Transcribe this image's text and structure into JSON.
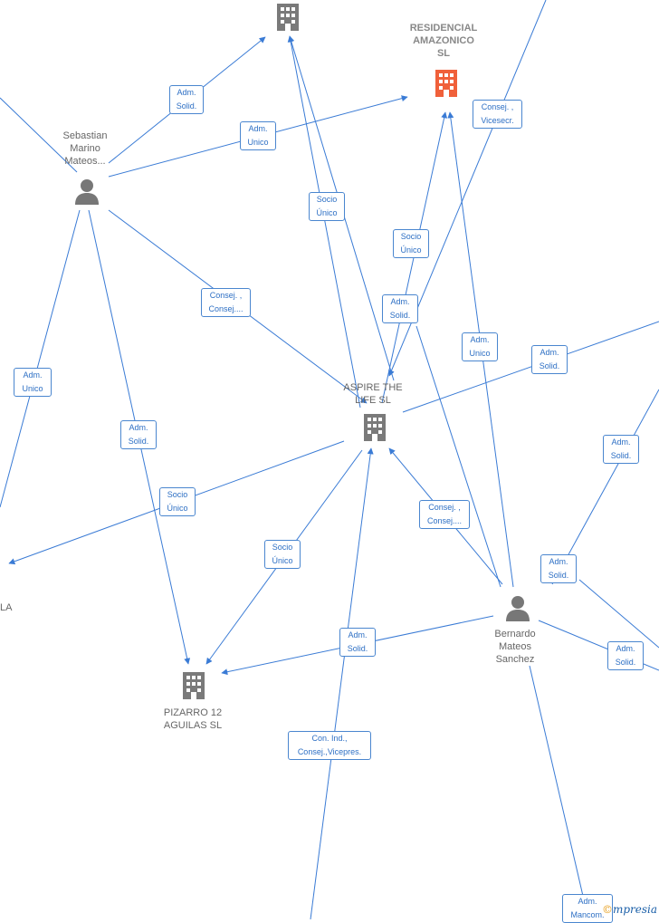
{
  "nodes": {
    "residencial": {
      "label": "RESIDENCIAL\nAMAZONICO\nSL",
      "kind": "company-highlight"
    },
    "aspire": {
      "label": "ASPIRE THE\nLIFE  SL",
      "kind": "company"
    },
    "pizarro": {
      "label": "PIZARRO 12\nAGUILAS  SL",
      "kind": "company"
    },
    "top_company": {
      "label": "",
      "kind": "company"
    },
    "sebastian": {
      "label": "Sebastian\nMarino\nMateos...",
      "kind": "person"
    },
    "bernardo": {
      "label": "Bernardo\nMateos\nSanchez",
      "kind": "person"
    },
    "partial_left": {
      "label": "LA",
      "kind": "company"
    }
  },
  "edge_labels": [
    "Adm.\nSolid.",
    "Adm.\nUnico",
    "Consej. ,\nVicesecr.",
    "Socio\nÚnico",
    "Socio\nÚnico",
    "Adm.\nSolid.",
    "Consej. ,\nConsej....",
    "Adm.\nUnico",
    "Adm.\nSolid.",
    "Adm.\nUnico",
    "Adm.\nSolid.",
    "Socio\nÚnico",
    "Adm.\nSolid.",
    "Consej. ,\nConsej....",
    "Socio\nÚnico",
    "Adm.\nSolid.",
    "Adm.\nSolid.",
    "Adm.\nSolid.",
    "Con.  Ind.,\nConsej.,Vicepres.",
    "Adm.\nMancom."
  ],
  "watermark": {
    "c": "©",
    "text": "mpresia"
  },
  "colors": {
    "edge": "#3a7bd5",
    "company": "#7a7a7a",
    "highlight": "#f0603a",
    "person": "#777777"
  }
}
